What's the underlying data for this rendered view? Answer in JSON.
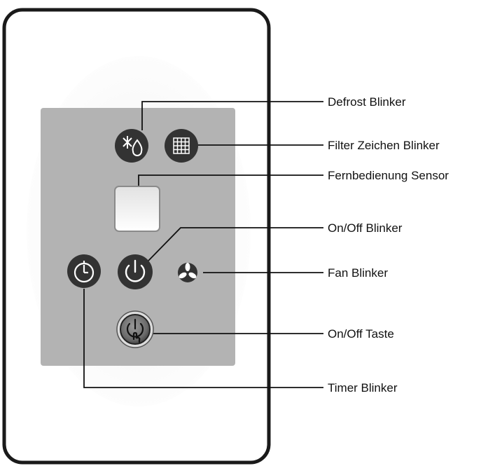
{
  "labels": {
    "defrost": "Defrost Blinker",
    "filter": "Filter Zeichen Blinker",
    "sensor": "Fernbedienung Sensor",
    "onoff_blinker": "On/Off Blinker",
    "fan": "Fan Blinker",
    "onoff_button": "On/Off Taste",
    "timer": "Timer Blinker"
  },
  "colors": {
    "panel_frame": "#1a1a1a",
    "panel_face": "#ffffff",
    "panel_glow": "#eeeeee",
    "inner_panel": "#b3b3b3",
    "icon_dark": "#333333",
    "leader_line": "#111111"
  },
  "icons": {
    "defrost": "snowflake-drop-icon",
    "filter": "filter-grid-icon",
    "sensor": "remote-sensor-window",
    "onoff_blinker": "power-icon",
    "fan": "fan-icon",
    "onoff_button": "power-touch-icon",
    "timer": "timer-icon"
  }
}
